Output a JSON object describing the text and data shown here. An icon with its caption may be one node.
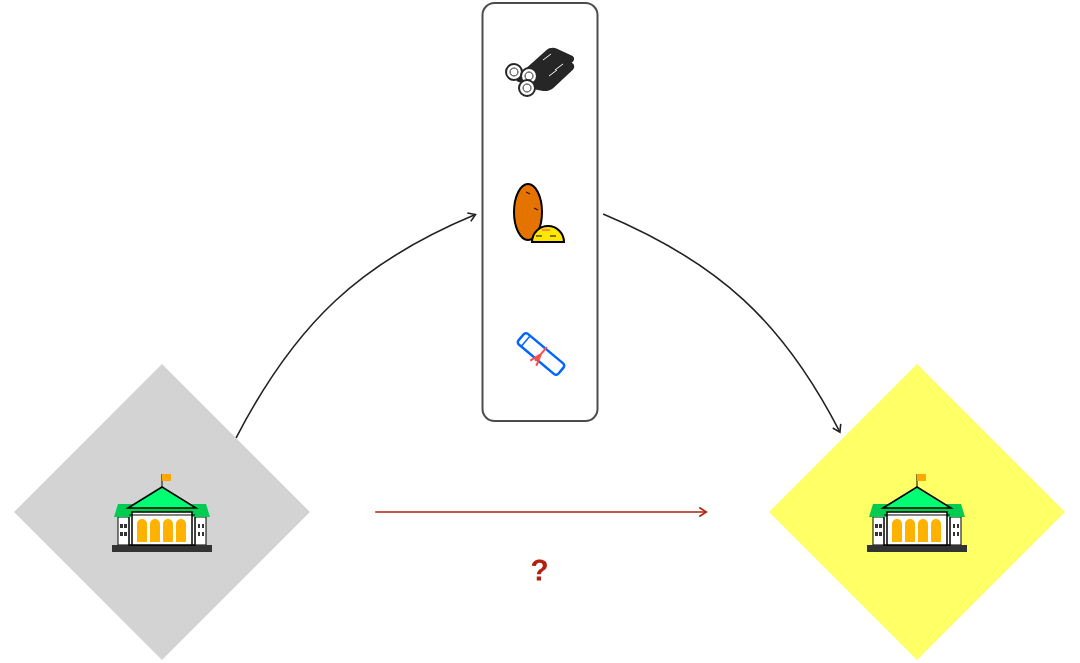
{
  "diagram": {
    "nodes": [
      {
        "text": [],
        "shape": "diamond"
      },
      {
        "text": [],
        "shape": "box"
      },
      {
        "text": [],
        "shape": "diamond"
      }
    ],
    "edges": [
      {
        "from": 0,
        "to": 1,
        "arrow": "to"
      },
      {
        "from": 1,
        "to": 2,
        "arrow": "to"
      },
      {
        "from": 0,
        "to": 2,
        "arrow": "to",
        "label": "?",
        "color": "#b22010"
      }
    ]
  }
}
